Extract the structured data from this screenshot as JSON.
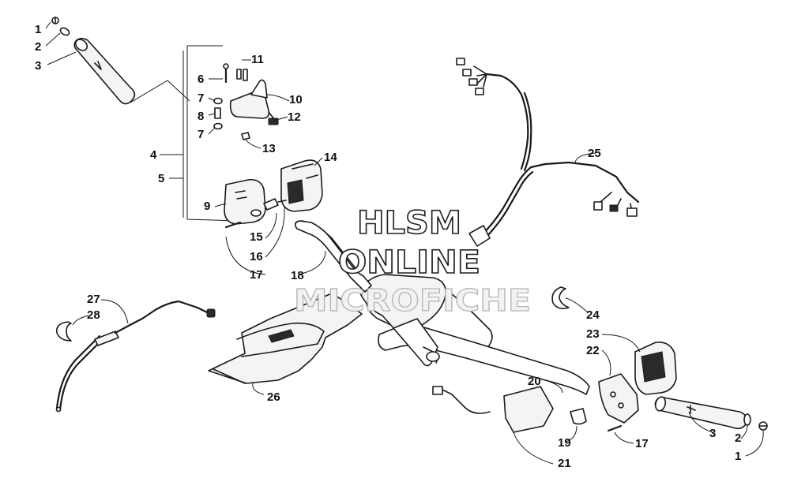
{
  "watermark": {
    "line1": "HLSM",
    "line2": "ONLINE",
    "line3": "MICROFICHE"
  },
  "callouts": [
    {
      "id": "c1-left",
      "label": "1"
    },
    {
      "id": "c2-left",
      "label": "2"
    },
    {
      "id": "c3-left",
      "label": "3"
    },
    {
      "id": "c4",
      "label": "4"
    },
    {
      "id": "c5",
      "label": "5"
    },
    {
      "id": "c6",
      "label": "6"
    },
    {
      "id": "c7-top",
      "label": "7"
    },
    {
      "id": "c8",
      "label": "8"
    },
    {
      "id": "c7-bottom",
      "label": "7"
    },
    {
      "id": "c9",
      "label": "9"
    },
    {
      "id": "c10",
      "label": "10"
    },
    {
      "id": "c11",
      "label": "11"
    },
    {
      "id": "c12",
      "label": "12"
    },
    {
      "id": "c13",
      "label": "13"
    },
    {
      "id": "c14",
      "label": "14"
    },
    {
      "id": "c15",
      "label": "15"
    },
    {
      "id": "c16",
      "label": "16"
    },
    {
      "id": "c17-left",
      "label": "17"
    },
    {
      "id": "c18",
      "label": "18"
    },
    {
      "id": "c19",
      "label": "19"
    },
    {
      "id": "c20",
      "label": "20"
    },
    {
      "id": "c21",
      "label": "21"
    },
    {
      "id": "c22",
      "label": "22"
    },
    {
      "id": "c23",
      "label": "23"
    },
    {
      "id": "c24",
      "label": "24"
    },
    {
      "id": "c25",
      "label": "25"
    },
    {
      "id": "c26",
      "label": "26"
    },
    {
      "id": "c27",
      "label": "27"
    },
    {
      "id": "c28",
      "label": "28"
    },
    {
      "id": "c17-right",
      "label": "17"
    },
    {
      "id": "c3-right",
      "label": "3"
    },
    {
      "id": "c2-right",
      "label": "2"
    },
    {
      "id": "c1-right",
      "label": "1"
    }
  ]
}
